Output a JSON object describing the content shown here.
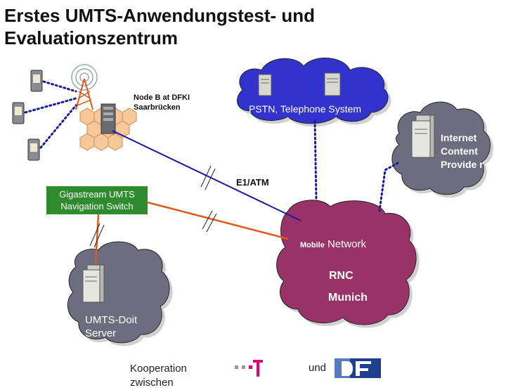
{
  "title": "Erstes UMTS-Anwendungstest- und Evaluationszentrum",
  "labels": {
    "node_b": "Node B at DFKI Saarbrücken",
    "pstn": "PSTN, Telephone System",
    "internet": "Internet Content Provide r",
    "e1atm": "E1/ATM",
    "gigastream": "Gigastream UMTS Navigation Switch",
    "mobile_small": "Mobile",
    "mobile_rest": " Network",
    "rnc": "RNC",
    "munich": "Munich",
    "umts_doit": "UMTS-Doit Server",
    "kooperation": "Kooperation zwischen",
    "und": "und",
    "telekom": "Deutsche Telekom"
  },
  "colors": {
    "cloud_blue": "#3333cc",
    "cloud_purple": "#993366",
    "cloud_gray": "#6d6d80",
    "link_blue": "#1a1aa0",
    "link_orange": "#e05a1a",
    "switch_green": "#2e8b2e",
    "cell_orange": "#f6c89a"
  }
}
